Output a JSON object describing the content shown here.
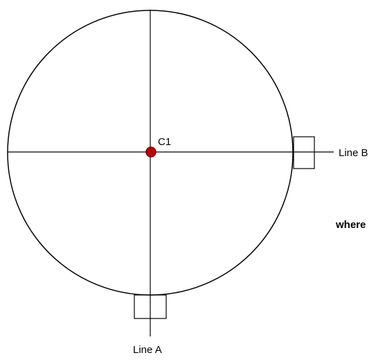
{
  "diagram": {
    "center_label": "C1",
    "line_a_label": "Line A",
    "line_b_label": "Line B",
    "note_label": "where",
    "colors": {
      "stroke": "#000000",
      "center_point": "#c00000",
      "background": "#ffffff"
    }
  }
}
